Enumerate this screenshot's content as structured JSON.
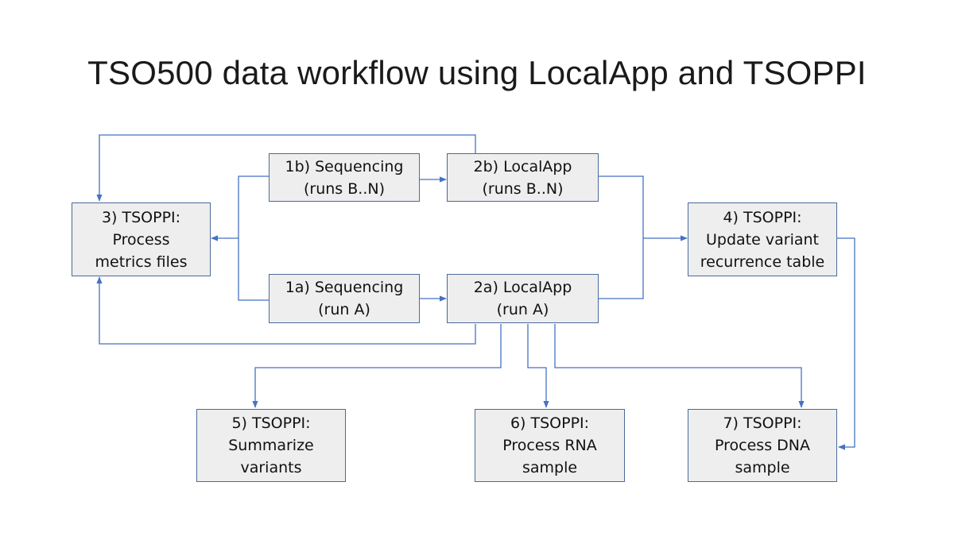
{
  "title": "TSO500 data workflow using LocalApp and TSOPPI",
  "colors": {
    "arrow": "#4472c4",
    "box_fill": "#eeeeee",
    "box_border": "#4a6a9a"
  },
  "boxes": {
    "seq_b": {
      "line1": "1b) Sequencing",
      "line2": "(runs B..N)"
    },
    "local_b": {
      "line1": "2b) LocalApp",
      "line2": "(runs B..N)"
    },
    "metrics": {
      "line1": "3) TSOPPI:",
      "line2": "Process",
      "line3": "metrics files"
    },
    "recurrence": {
      "line1": "4) TSOPPI:",
      "line2": "Update variant",
      "line3": "recurrence table"
    },
    "seq_a": {
      "line1": "1a) Sequencing",
      "line2": "(run A)"
    },
    "local_a": {
      "line1": "2a) LocalApp",
      "line2": "(run A)"
    },
    "summarize": {
      "line1": "5) TSOPPI:",
      "line2": "Summarize",
      "line3": "variants"
    },
    "rna": {
      "line1": "6) TSOPPI:",
      "line2": "Process RNA",
      "line3": "sample"
    },
    "dna": {
      "line1": "7) TSOPPI:",
      "line2": "Process DNA",
      "line3": "sample"
    }
  }
}
